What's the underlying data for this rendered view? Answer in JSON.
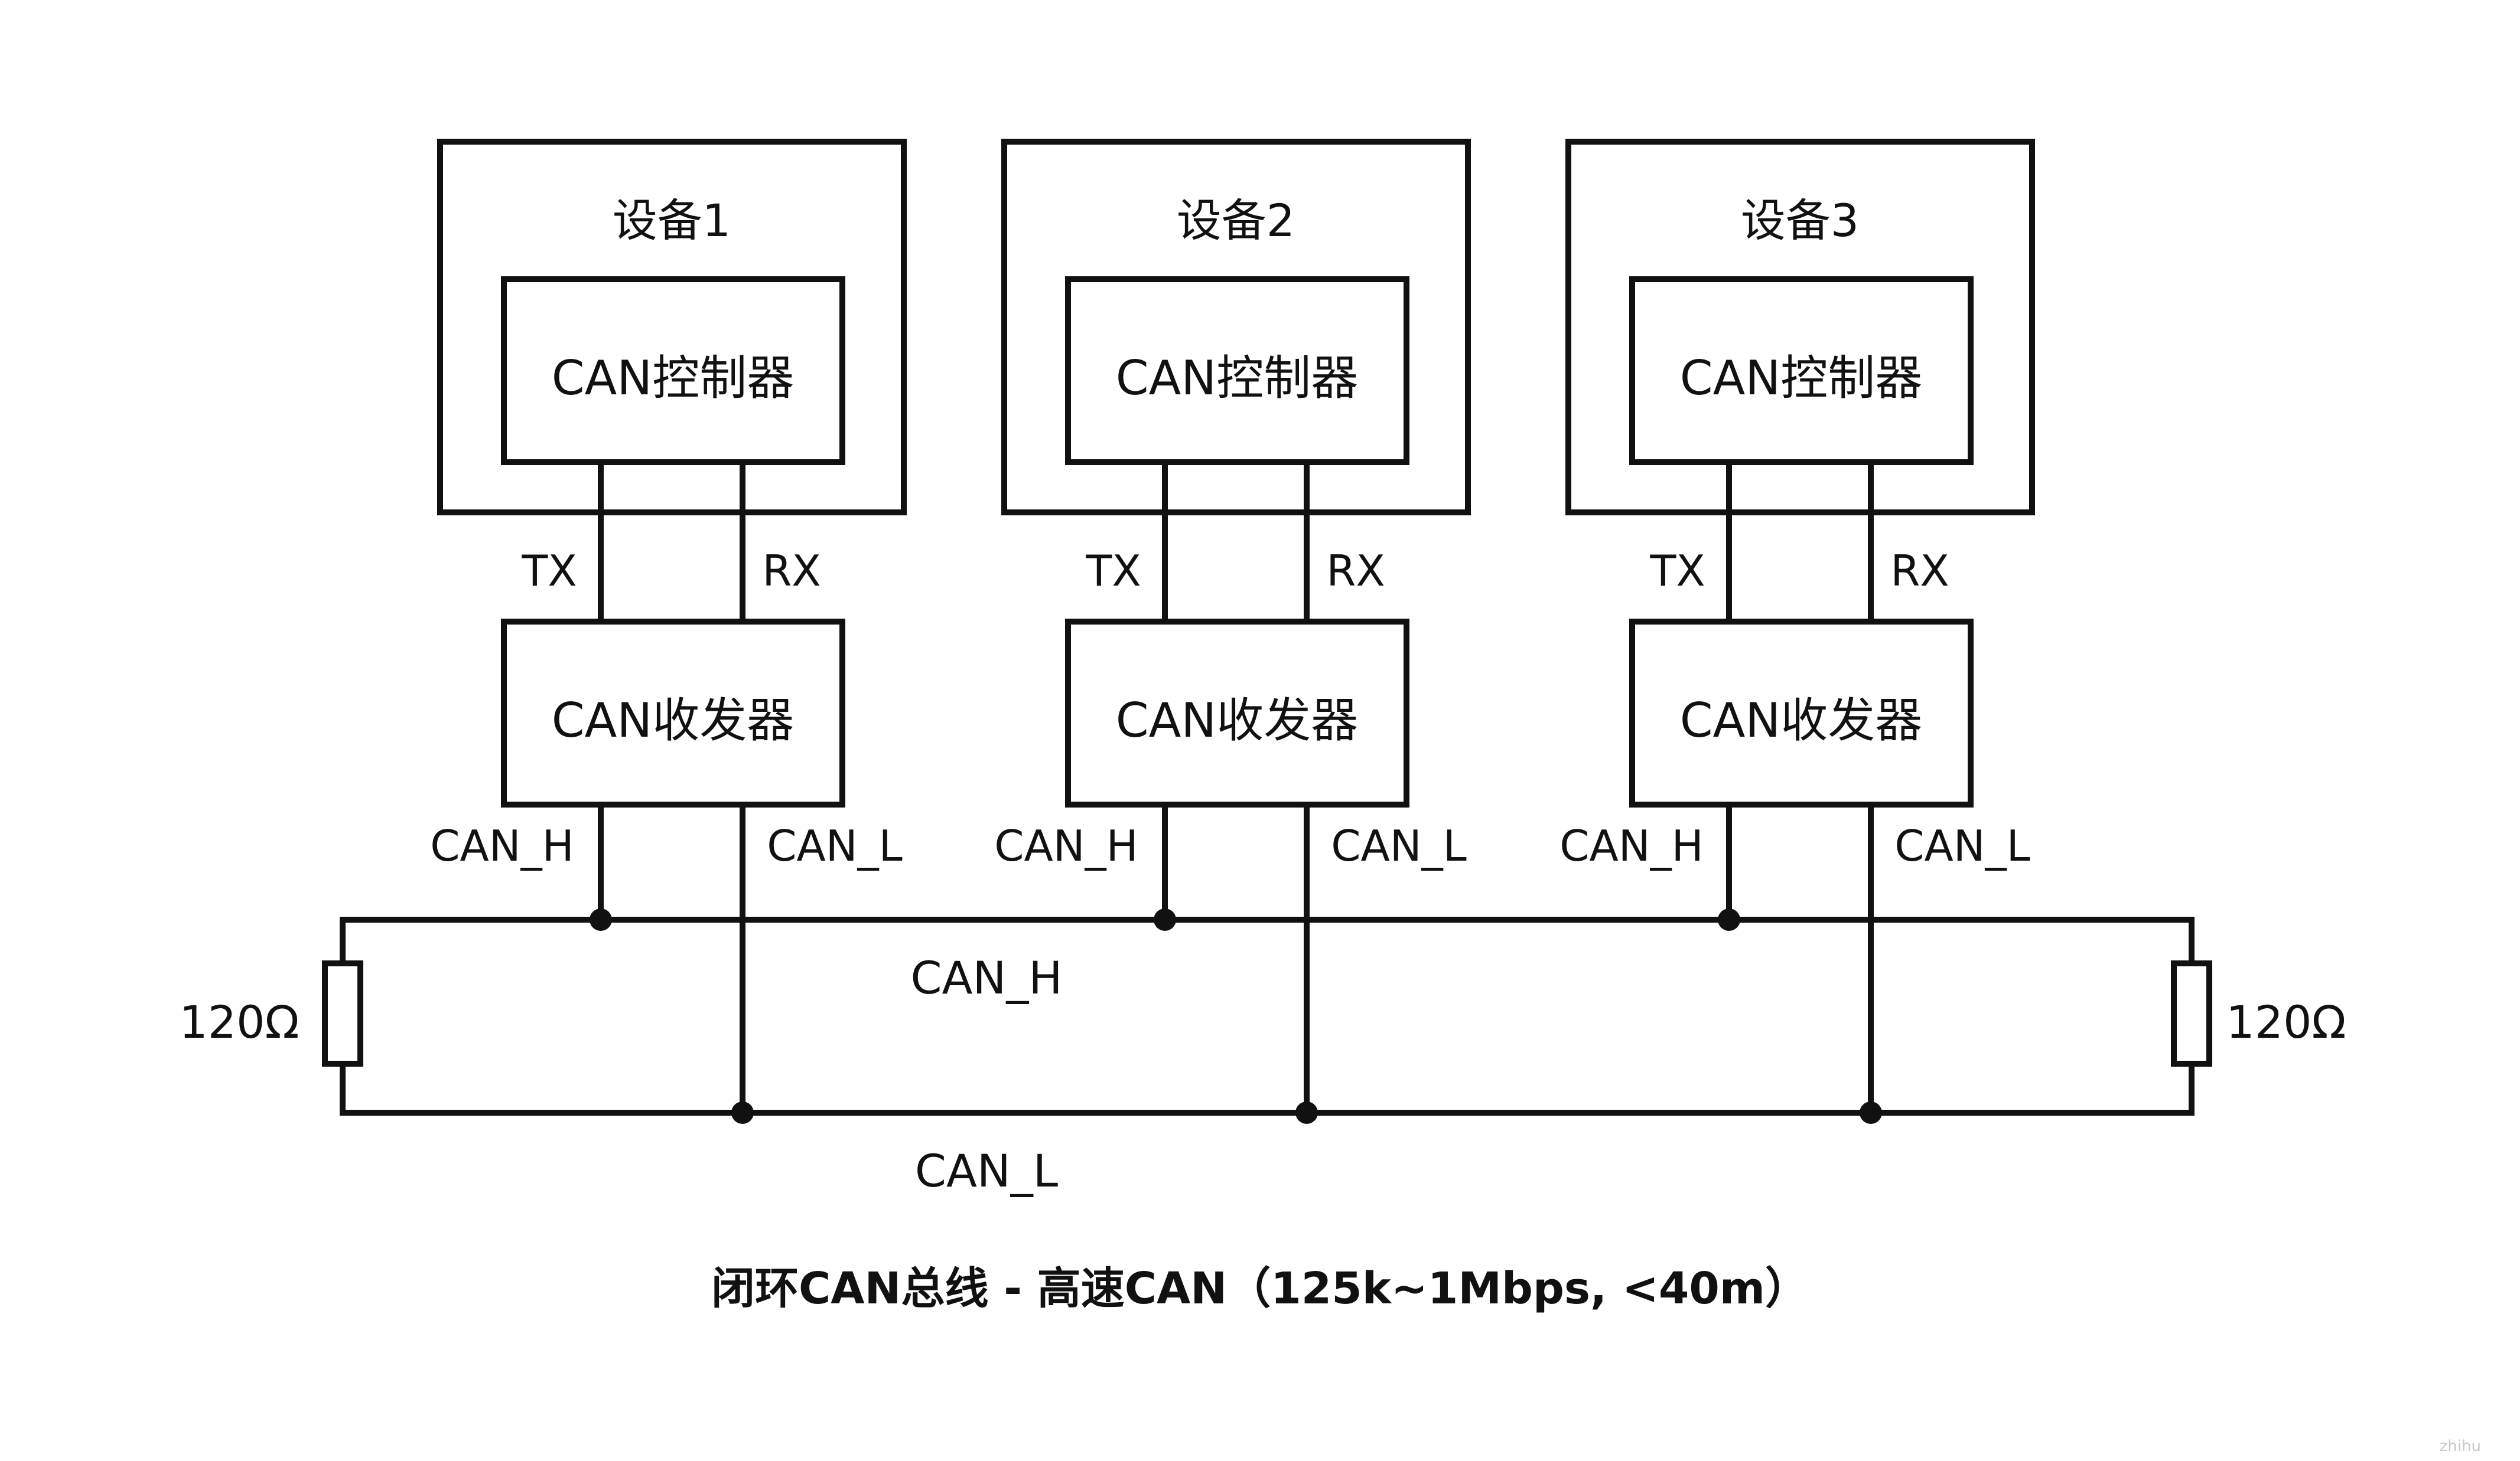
{
  "devices": [
    {
      "title": "设备1",
      "controller": "CAN控制器",
      "transceiver": "CAN收发器",
      "tx_label": "TX",
      "rx_label": "RX",
      "canh_label": "CAN_H",
      "canl_label": "CAN_L"
    },
    {
      "title": "设备2",
      "controller": "CAN控制器",
      "transceiver": "CAN收发器",
      "tx_label": "TX",
      "rx_label": "RX",
      "canh_label": "CAN_H",
      "canl_label": "CAN_L"
    },
    {
      "title": "设备3",
      "controller": "CAN控制器",
      "transceiver": "CAN收发器",
      "tx_label": "TX",
      "rx_label": "RX",
      "canh_label": "CAN_H",
      "canl_label": "CAN_L"
    }
  ],
  "bus": {
    "canh_label": "CAN_H",
    "canl_label": "CAN_L",
    "left_resistor": "120Ω",
    "right_resistor": "120Ω"
  },
  "caption": "闭环CAN总线 - 高速CAN（125k~1Mbps, <40m）",
  "watermark": "zhihu"
}
